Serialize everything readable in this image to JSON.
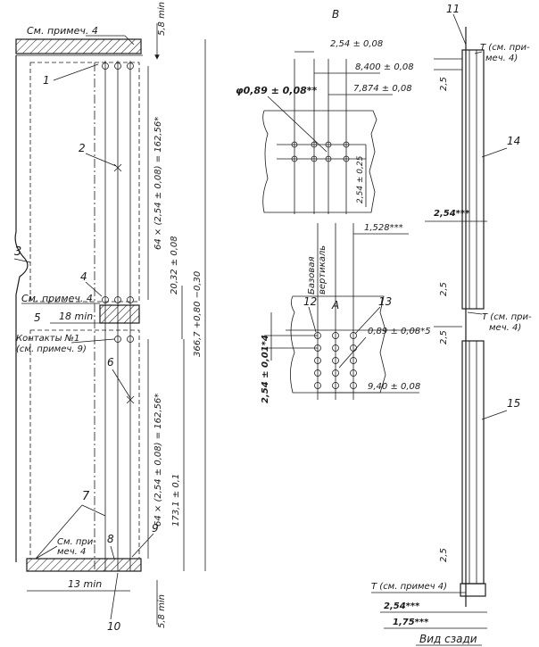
{
  "notes": {
    "n4_top": "См. примеч. 4",
    "n4_mid": "См. примеч. 4",
    "n4_bot_line1": "См. при-",
    "n4_bot_line2": "меч. 4",
    "contacts_line1": "Контакты №1",
    "contacts_line2": "(см. примеч. 9)",
    "view_a_label": "А",
    "view_b_label": "В",
    "rear_view": "Вид сзади",
    "base_vertical_line1": "Базовая",
    "base_vertical_line2": "вертикаль",
    "t_note_1_line1": "Т (см. при-",
    "t_note_1_line2": "меч. 4)",
    "t_note_2_line1": "Т (см. при-",
    "t_note_2_line2": "меч. 4)",
    "t_note_3": "Т (см. примеч 4)"
  },
  "callouts": [
    "1",
    "2",
    "3",
    "4",
    "5",
    "6",
    "7",
    "8",
    "9",
    "10",
    "11",
    "12",
    "13",
    "14",
    "15"
  ],
  "dims_left": {
    "d58_top": "5,8 min",
    "pitch_top": "64 × (2,54 ± 0,08) = 162,56*",
    "d2032": "20,32 ± 0,08",
    "d18min": "18 min",
    "d3667": "366,7 +0,80 −0,30",
    "pitch_bot": "64 × (2,54 ± 0,08) = 162,56*",
    "d1731": "173,1 ± 0,1",
    "d13min": "13 min",
    "d58_bot": "5,8 min"
  },
  "dims_mid": {
    "d254": "2,54 ± 0,08",
    "d8400": "8,400 ± 0,08",
    "d089": "φ0,89 ± 0,08**",
    "d7874": "7,874 ± 0,08",
    "d254b": "2,54 ± 0,25",
    "d1528": "1,528***",
    "d089b": "0,89 ± 0,08*5",
    "d254c": "2,54 ± 0,01*4",
    "d940": "9,40 ± 0,08"
  },
  "dims_right": {
    "d25_1": "2,5",
    "d254r": "2,54***",
    "d25_2": "2,5",
    "d25_3": "2,5",
    "d25_4": "2,5",
    "d254r2": "2,54***",
    "d175": "1,75***"
  }
}
